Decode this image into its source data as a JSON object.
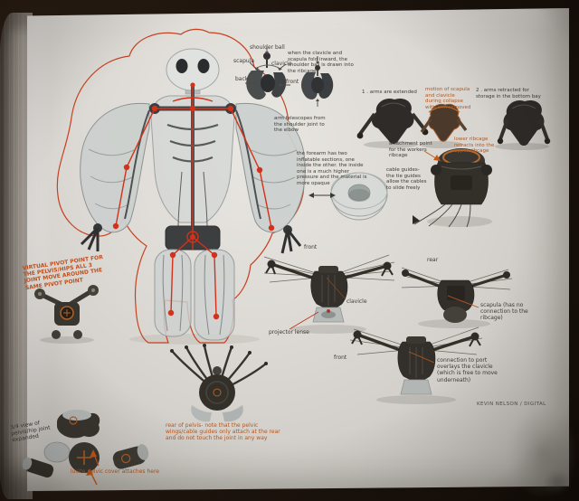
{
  "artwork": {
    "credit": "KEVIN NELSON / DIGITAL"
  },
  "colors": {
    "page": "#dcd9d4",
    "ink": "#3e3b37",
    "orange_ink": "#b5561c",
    "red_line": "#c63a1c",
    "dark_metal": "#2e2b27",
    "background": "#1d140d"
  },
  "labels": {
    "shoulder_ball": "shoulder ball",
    "scapula": "scapula",
    "clavicle": "clavicle",
    "back": "back",
    "front": "front",
    "fold_note": "when the clavicle and scapula fold inward, the shoulder ball is drawn into the ribcage",
    "step1": "1 . arms are extended",
    "collapse_note": "motion of scapula and clavicle during collapse with arm removed",
    "step2": "2 . arms retracted for storage in the bottom bay",
    "telescope_note": "arm telescopes from the shoulder joint to the elbow",
    "forearm_note": "the forearm has two inflatable sections, one inside the other.  the inside one is a much higher pressure and the material is more opaque",
    "ribcage_note": "lower ribcage retracts into the upper ribcage",
    "attachment_note": "attachment point for the workers ribcage",
    "cable_note": "cable guides- the tie guides allow the cables to slide freely",
    "pivot_note": "VIRTUAL PIVOT POINT FOR THE PELVIS/HIPS  ALL 3 JOINT MOVE AROUND THE SAME PIVOT POINT",
    "front_mid": "front",
    "clavicle_mid": "clavicle",
    "projector": "projector lense",
    "rear": "rear",
    "scapula_note": "scapula (has no connection to the ribcage)",
    "front_bottom": "front",
    "port_note": "connection to port overlays the clavicle (which is free to move underneath)",
    "pelvis_view_note": "3/4 view of pelvis/hip joint expanded",
    "pelvis_rear_note": "rear of pelvis- note that the pelvic wings/cable guides only attach at the rear and do not touch the joint in any way",
    "lucite_note": "lucite pelvic cover attaches here"
  }
}
